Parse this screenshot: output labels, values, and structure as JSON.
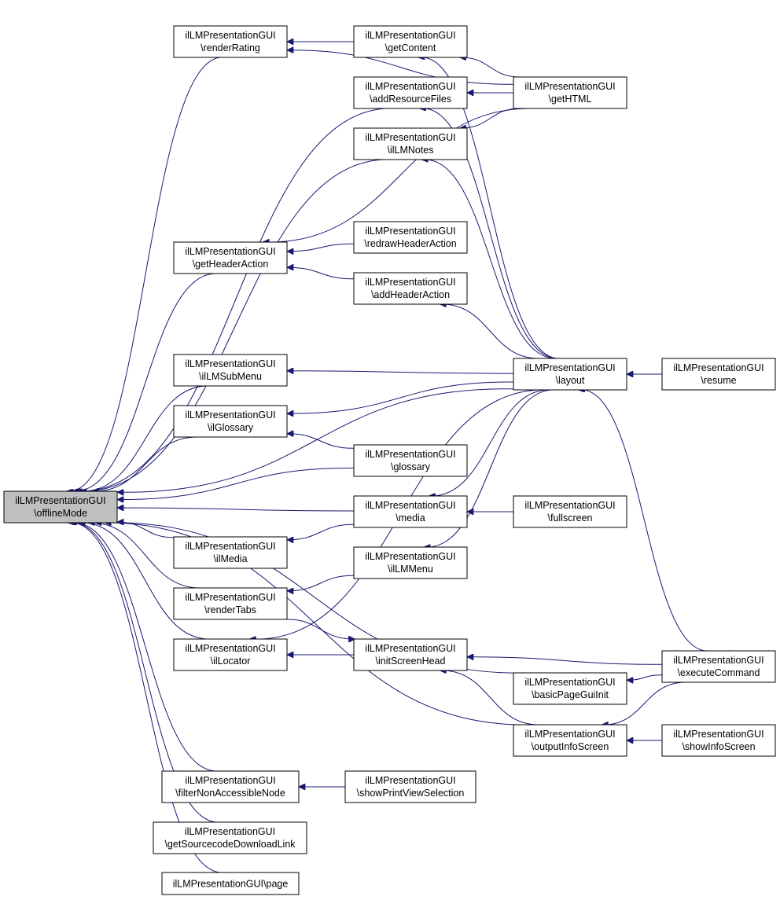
{
  "colors": {
    "edge": "#191970",
    "node_border": "#000000",
    "node_fill": "#ffffff",
    "focus_fill": "#bfbfbf"
  },
  "nodes": {
    "offlineMode": {
      "line1": "ilLMPresentationGUI",
      "line2": "\\offlineMode",
      "focus": true
    },
    "renderRating": {
      "line1": "ilLMPresentationGUI",
      "line2": "\\renderRating"
    },
    "getContent": {
      "line1": "ilLMPresentationGUI",
      "line2": "\\getContent"
    },
    "addResourceFiles": {
      "line1": "ilLMPresentationGUI",
      "line2": "\\addResourceFiles"
    },
    "getHTML": {
      "line1": "ilLMPresentationGUI",
      "line2": "\\getHTML"
    },
    "ilLMNotes": {
      "line1": "ilLMPresentationGUI",
      "line2": "\\ilLMNotes"
    },
    "getHeaderAction": {
      "line1": "ilLMPresentationGUI",
      "line2": "\\getHeaderAction"
    },
    "redrawHeaderAction": {
      "line1": "ilLMPresentationGUI",
      "line2": "\\redrawHeaderAction"
    },
    "addHeaderAction": {
      "line1": "ilLMPresentationGUI",
      "line2": "\\addHeaderAction"
    },
    "ilLMSubMenu": {
      "line1": "ilLMPresentationGUI",
      "line2": "\\ilLMSubMenu"
    },
    "layout": {
      "line1": "ilLMPresentationGUI",
      "line2": "\\layout"
    },
    "resume": {
      "line1": "ilLMPresentationGUI",
      "line2": "\\resume"
    },
    "ilGlossary": {
      "line1": "ilLMPresentationGUI",
      "line2": "\\ilGlossary"
    },
    "glossary": {
      "line1": "ilLMPresentationGUI",
      "line2": "\\glossary"
    },
    "media": {
      "line1": "ilLMPresentationGUI",
      "line2": "\\media"
    },
    "fullscreen": {
      "line1": "ilLMPresentationGUI",
      "line2": "\\fullscreen"
    },
    "ilMedia": {
      "line1": "ilLMPresentationGUI",
      "line2": "\\ilMedia"
    },
    "ilLMMenu": {
      "line1": "ilLMPresentationGUI",
      "line2": "\\ilLMMenu"
    },
    "renderTabs": {
      "line1": "ilLMPresentationGUI",
      "line2": "\\renderTabs"
    },
    "ilLocator": {
      "line1": "ilLMPresentationGUI",
      "line2": "\\ilLocator"
    },
    "initScreenHead": {
      "line1": "ilLMPresentationGUI",
      "line2": "\\initScreenHead"
    },
    "executeCommand": {
      "line1": "ilLMPresentationGUI",
      "line2": "\\executeCommand"
    },
    "basicPageGuiInit": {
      "line1": "ilLMPresentationGUI",
      "line2": "\\basicPageGuiInit"
    },
    "outputInfoScreen": {
      "line1": "ilLMPresentationGUI",
      "line2": "\\outputInfoScreen"
    },
    "showInfoScreen": {
      "line1": "ilLMPresentationGUI",
      "line2": "\\showInfoScreen"
    },
    "filterNonAccessibleNode": {
      "line1": "ilLMPresentationGUI",
      "line2": "\\filterNonAccessibleNode"
    },
    "showPrintViewSelection": {
      "line1": "ilLMPresentationGUI",
      "line2": "\\showPrintViewSelection"
    },
    "getSourcecodeDownloadLink": {
      "line1": "ilLMPresentationGUI",
      "line2": "\\getSourcecodeDownloadLink"
    },
    "page": {
      "line1": "ilLMPresentationGUI\\page",
      "line2": ""
    }
  },
  "edges": [
    [
      "renderRating",
      "offlineMode"
    ],
    [
      "addResourceFiles",
      "offlineMode"
    ],
    [
      "ilLMNotes",
      "offlineMode"
    ],
    [
      "getHeaderAction",
      "offlineMode"
    ],
    [
      "layout",
      "offlineMode"
    ],
    [
      "ilLMSubMenu",
      "offlineMode"
    ],
    [
      "ilGlossary",
      "offlineMode"
    ],
    [
      "glossary",
      "offlineMode"
    ],
    [
      "media",
      "offlineMode"
    ],
    [
      "ilMedia",
      "offlineMode"
    ],
    [
      "renderTabs",
      "offlineMode"
    ],
    [
      "ilLocator",
      "offlineMode"
    ],
    [
      "basicPageGuiInit",
      "offlineMode"
    ],
    [
      "outputInfoScreen",
      "offlineMode"
    ],
    [
      "filterNonAccessibleNode",
      "offlineMode"
    ],
    [
      "getSourcecodeDownloadLink",
      "offlineMode"
    ],
    [
      "page",
      "offlineMode"
    ],
    [
      "getContent",
      "renderRating"
    ],
    [
      "getHTML",
      "renderRating"
    ],
    [
      "getHTML",
      "getContent"
    ],
    [
      "layout",
      "getContent"
    ],
    [
      "getHTML",
      "addResourceFiles"
    ],
    [
      "layout",
      "addResourceFiles"
    ],
    [
      "getHTML",
      "ilLMNotes"
    ],
    [
      "layout",
      "ilLMNotes"
    ],
    [
      "getHTML",
      "getHeaderAction"
    ],
    [
      "redrawHeaderAction",
      "getHeaderAction"
    ],
    [
      "addHeaderAction",
      "getHeaderAction"
    ],
    [
      "layout",
      "addHeaderAction"
    ],
    [
      "layout",
      "ilLMSubMenu"
    ],
    [
      "layout",
      "ilGlossary"
    ],
    [
      "glossary",
      "ilGlossary"
    ],
    [
      "layout",
      "media"
    ],
    [
      "fullscreen",
      "media"
    ],
    [
      "media",
      "ilMedia"
    ],
    [
      "layout",
      "ilLMMenu"
    ],
    [
      "ilLMMenu",
      "renderTabs"
    ],
    [
      "layout",
      "ilLocator"
    ],
    [
      "initScreenHead",
      "ilLocator"
    ],
    [
      "renderTabs",
      "initScreenHead"
    ],
    [
      "executeCommand",
      "initScreenHead"
    ],
    [
      "outputInfoScreen",
      "initScreenHead"
    ],
    [
      "resume",
      "layout"
    ],
    [
      "executeCommand",
      "layout"
    ],
    [
      "executeCommand",
      "basicPageGuiInit"
    ],
    [
      "executeCommand",
      "outputInfoScreen"
    ],
    [
      "showInfoScreen",
      "outputInfoScreen"
    ],
    [
      "showPrintViewSelection",
      "filterNonAccessibleNode"
    ]
  ]
}
